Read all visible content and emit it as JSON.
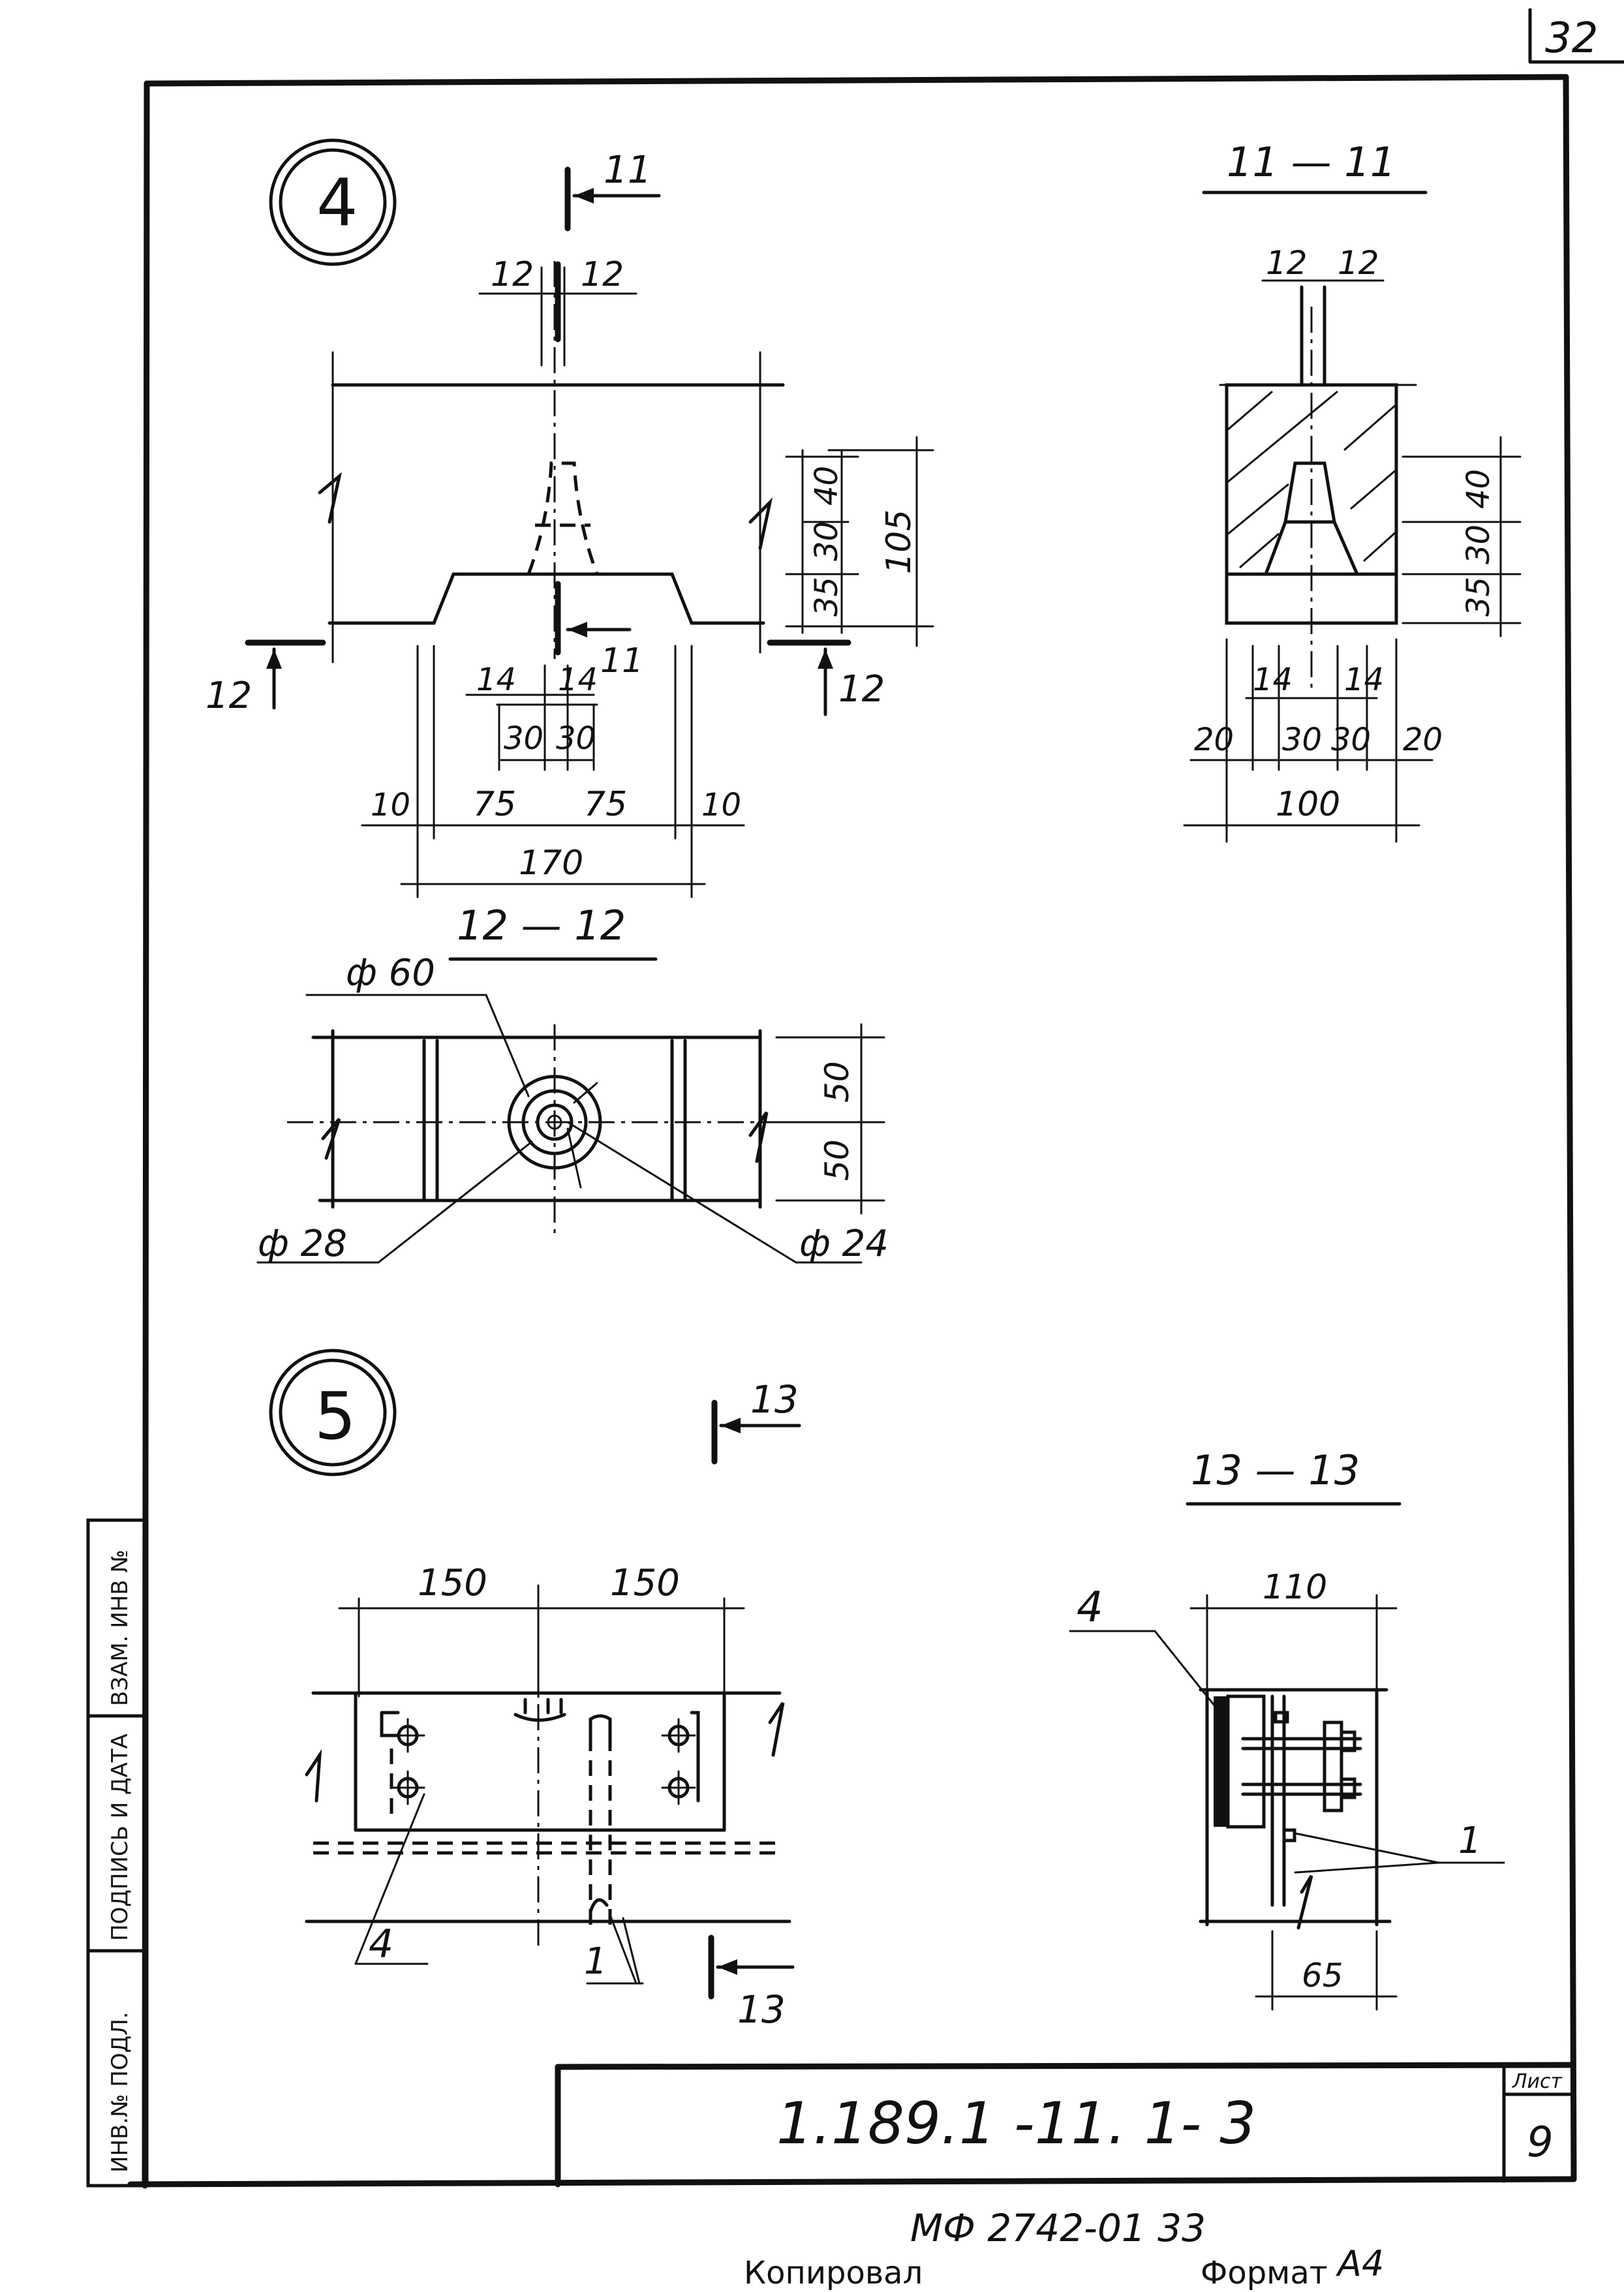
{
  "sheet": {
    "page_number": "32",
    "copy_number": "МФ 2742-01   33",
    "copied_label": "Копировал",
    "format_label": "Формат",
    "format_value": "А4"
  },
  "title_block": {
    "document_code": "1.189.1 -11. 1- 3",
    "sheet_label": "Лист",
    "sheet_number": "9"
  },
  "side_stamp": {
    "cells": [
      "ИНВ.№ ПОДЛ.",
      "ПОДПИСЬ И ДАТА",
      "ВЗАМ. ИНВ №"
    ]
  },
  "detail_4": {
    "marker": "4",
    "section_label": "11",
    "side_label": "12",
    "top_dims": [
      "12",
      "12"
    ],
    "right_dims": [
      "40",
      "30",
      "35"
    ],
    "right_total": "105",
    "inner_dims": [
      "14",
      "14"
    ],
    "inner_dims_2": [
      "30",
      "30"
    ],
    "bottom_dims": [
      "10",
      "75",
      "75",
      "10"
    ],
    "bottom_total": "170",
    "view_title": "12 — 12"
  },
  "section_11": {
    "title": "11 — 11",
    "top_dims": [
      "12",
      "12"
    ],
    "right_dims": [
      "40",
      "30",
      "35"
    ],
    "inner_dims": [
      "14",
      "14"
    ],
    "bottom_dims": [
      "20",
      "30",
      "30",
      "20"
    ],
    "bottom_total": "100"
  },
  "view_12": {
    "phi60": "ф 60",
    "phi28": "ф 28",
    "phi24": "ф 24",
    "right_dims": [
      "50",
      "50"
    ]
  },
  "detail_5": {
    "marker": "5",
    "section_label": "13",
    "top_dims": [
      "150",
      "150"
    ],
    "callout_4": "4",
    "callout_1": "1"
  },
  "section_13": {
    "title": "13 — 13",
    "width_dim": "110",
    "bottom_dim": "65",
    "callout_4": "4",
    "callout_1": "1"
  }
}
